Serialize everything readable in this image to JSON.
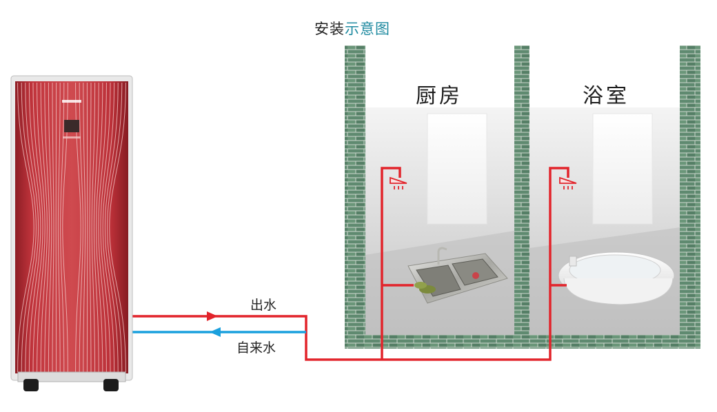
{
  "diagram": {
    "title_part1": "安装",
    "title_part2": "示意图",
    "rooms": [
      {
        "id": "kitchen",
        "label": "厨房"
      },
      {
        "id": "bathroom",
        "label": "浴室"
      }
    ],
    "pipes": {
      "outlet_label": "出水",
      "inlet_label": "自来水"
    },
    "colors": {
      "hot_pipe": "#e2242b",
      "cold_pipe": "#1aa0dd",
      "brick": "#5f8a70",
      "mortar": "#cfd8cf",
      "unit_red": "#b72d35",
      "title_accent": "#1f8aa0"
    },
    "icons": [
      "heat-pump-unit-icon",
      "kitchen-sink-icon",
      "bathroom-basin-icon",
      "shower-head-icon"
    ]
  }
}
